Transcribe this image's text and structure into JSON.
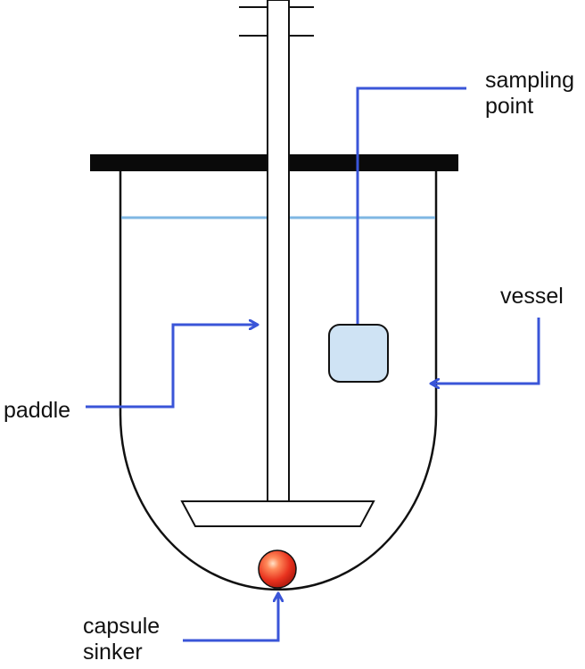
{
  "labels": {
    "sampling_point_line1": "sampling",
    "sampling_point_line2": "point",
    "vessel": "vessel",
    "paddle": "paddle",
    "capsule_sinker_line1": "capsule",
    "capsule_sinker_line2": "sinker"
  },
  "colors": {
    "arrow": "#3A55D8",
    "outline": "#111111",
    "lid": "#0a0a0a",
    "water_line": "#7FB7E3",
    "sampling_box_fill": "#CFE3F4",
    "capsule": "#E8321E"
  }
}
